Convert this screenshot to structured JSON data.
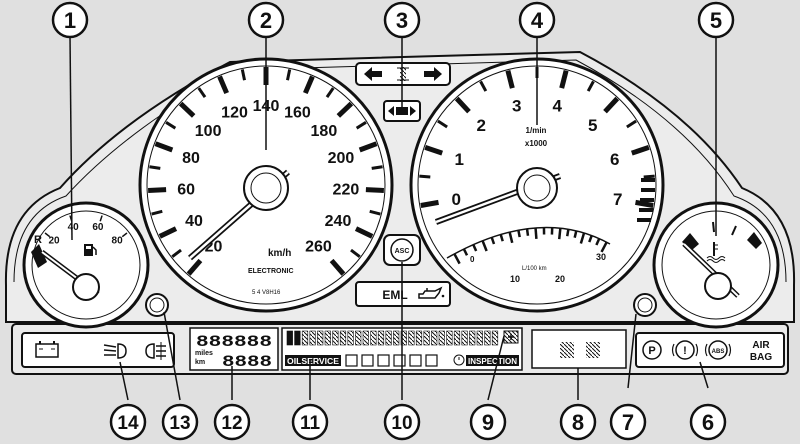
{
  "speedometer": {
    "scale": [
      20,
      40,
      60,
      80,
      100,
      120,
      140,
      160,
      180,
      200,
      220,
      240,
      260
    ],
    "unit": "km/h",
    "brand": "ELECTRONIC",
    "serial": "5 4 V8H16"
  },
  "tachometer": {
    "scale": [
      0,
      1,
      2,
      3,
      4,
      5,
      6,
      7
    ],
    "unit_line1": "1/min",
    "unit_line2": "x1000"
  },
  "economy_gauge": {
    "scale": [
      0,
      10,
      20,
      30
    ],
    "unit": "L/100 km"
  },
  "fuel_gauge": {
    "scale": [
      20,
      40,
      60,
      80
    ],
    "reserve_mark": "R"
  },
  "warning_lights": {
    "eml": "EML",
    "asc": "ASC",
    "air_bag_line1": "AIR",
    "air_bag_line2": "BAG"
  },
  "lcd_panel": {
    "unit_miles": "miles",
    "unit_km": "km",
    "odometer_digits": "888888",
    "trip_digits": "8888",
    "service_label": "OILSERVICE",
    "inspection_label": "INSPECTION"
  },
  "callouts": [
    "1",
    "2",
    "3",
    "4",
    "5",
    "6",
    "7",
    "8",
    "9",
    "10",
    "11",
    "12",
    "13",
    "14"
  ],
  "colors": {
    "ink": "#111111",
    "panel": "#e0e0e0",
    "dial_face": "#ffffff",
    "callout_fill": "#ffffff"
  }
}
